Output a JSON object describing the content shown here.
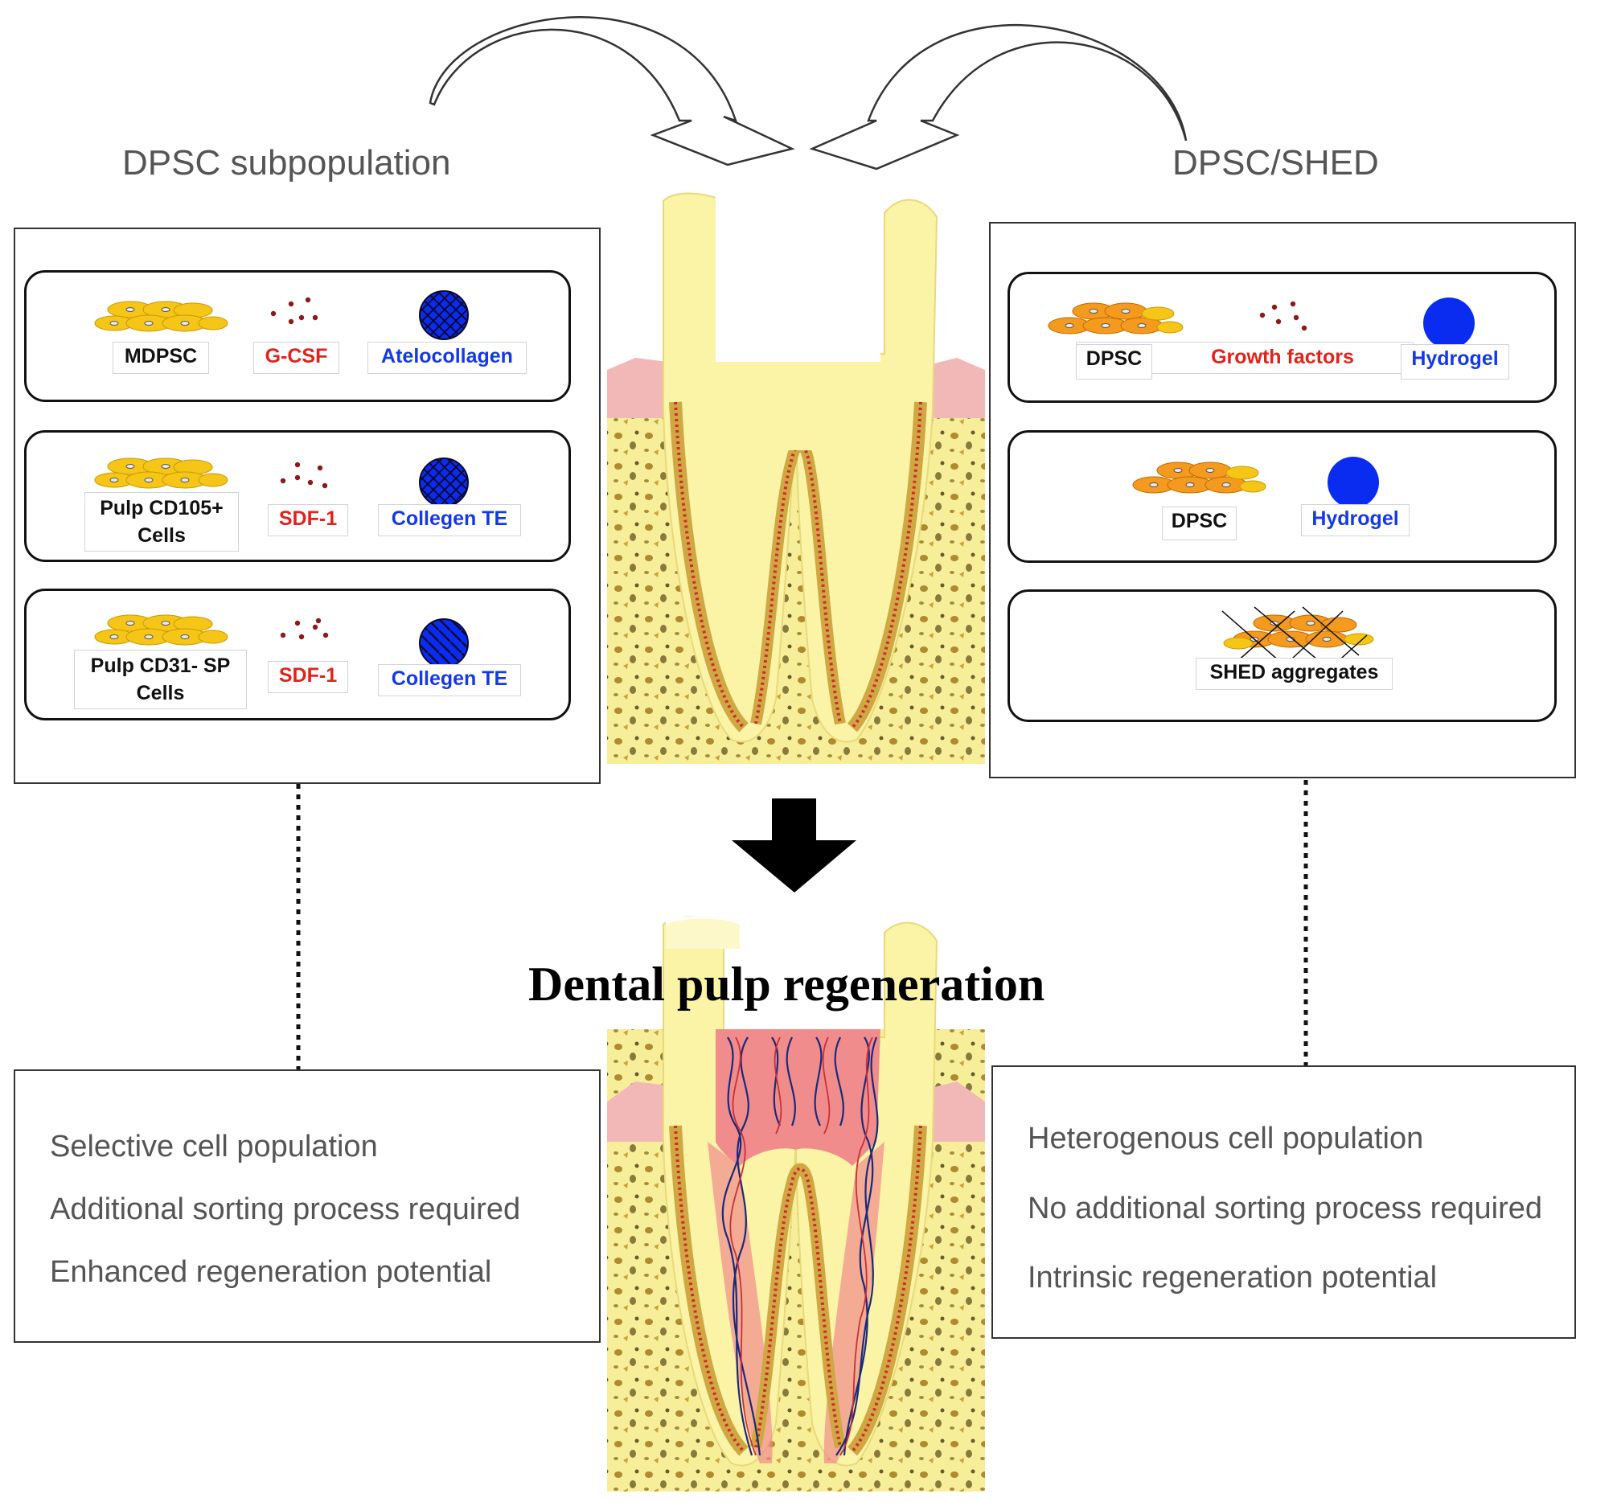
{
  "headings": {
    "left": "DPSC subpopulation",
    "right": "DPSC/SHED"
  },
  "title": "Dental pulp regeneration",
  "left_panel": {
    "rows": [
      {
        "cells": "MDPSC",
        "factor": "G-CSF",
        "scaffold": "Atelocollagen"
      },
      {
        "cells": "Pulp CD105+ Cells",
        "factor": "SDF-1",
        "scaffold": "Collegen TE"
      },
      {
        "cells": "Pulp CD31- SP Cells",
        "factor": "SDF-1",
        "scaffold": "Collegen TE"
      }
    ]
  },
  "right_panel": {
    "rows": [
      {
        "cells": "DPSC",
        "factor": "Growth factors",
        "scaffold": "Hydrogel"
      },
      {
        "cells": "DPSC",
        "scaffold": "Hydrogel"
      },
      {
        "cells": "SHED aggregates"
      }
    ]
  },
  "left_notes": [
    "Selective cell population",
    "Additional sorting process required",
    "Enhanced regeneration potential"
  ],
  "right_notes": [
    "Heterogenous cell population",
    "No additional sorting process required",
    "Intrinsic regeneration potential"
  ],
  "colors": {
    "cell_yellow": "#f5c518",
    "cell_orange": "#f39a1f",
    "factor_dots": "#8b1a1a",
    "scaffold_blue": "#0a2cf0",
    "factor_text": "#e0231b",
    "scaffold_text": "#1439e6",
    "tooth_yellow": "#fbf3a6",
    "bone_yellow": "#f7ee9a",
    "gum_pink": "#f2b8b8",
    "pulp_red": "#f08c8c"
  }
}
